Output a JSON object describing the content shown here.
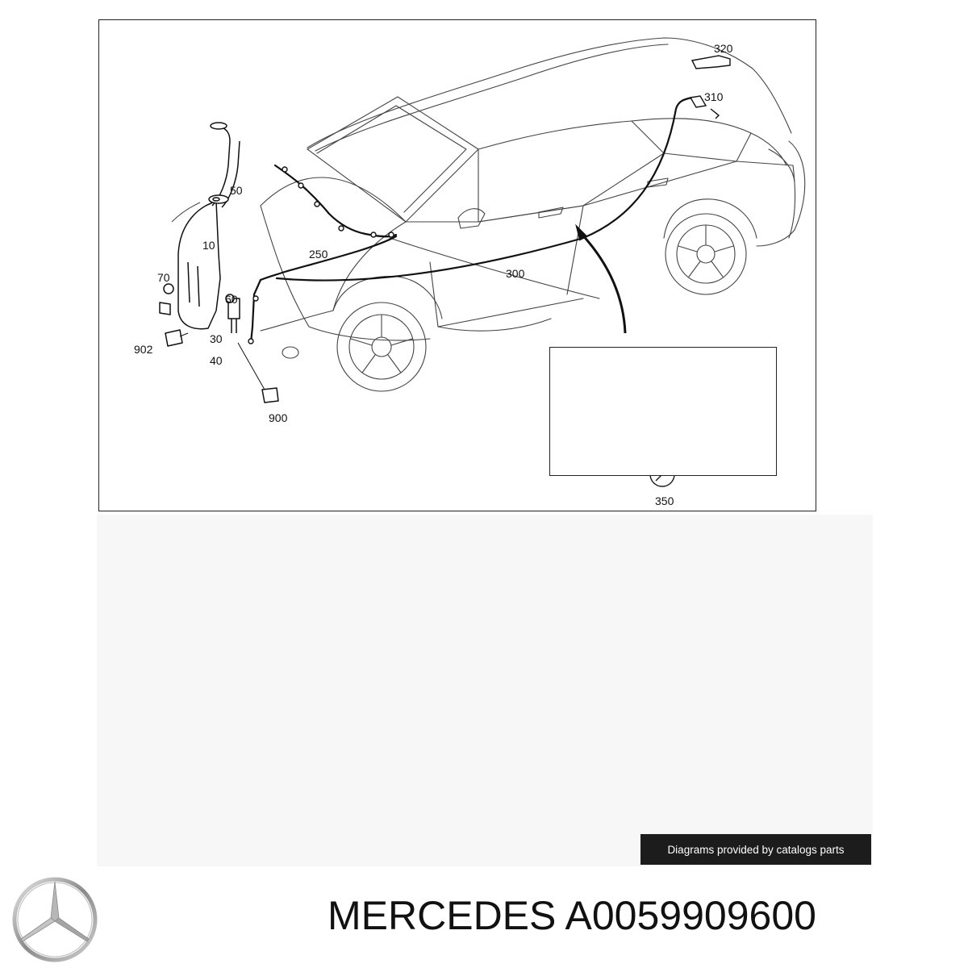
{
  "diagram": {
    "callouts": [
      "320",
      "310",
      "50",
      "10",
      "250",
      "300",
      "70",
      "60",
      "902",
      "30",
      "40",
      "900",
      "350"
    ]
  },
  "footer": {
    "credit_text": "Diagrams provided by catalogs parts",
    "brand": "MERCEDES",
    "part_number": "A0059909600",
    "logo_icon": "mercedes-star-icon"
  }
}
